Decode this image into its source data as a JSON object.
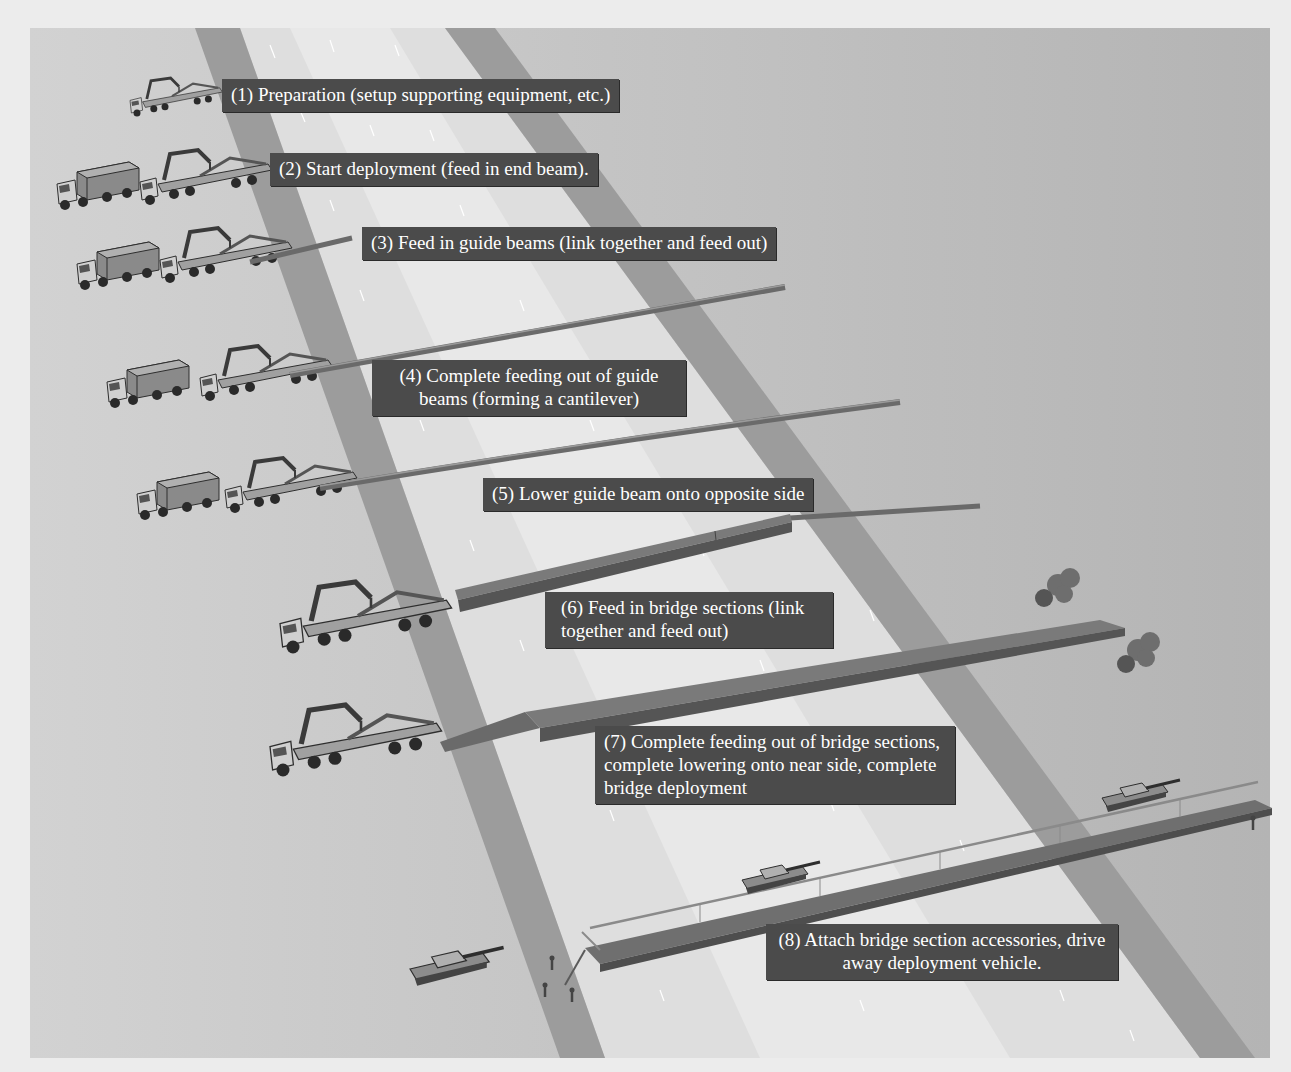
{
  "diagram": {
    "nodes": [
      {
        "text": [
          "(1) Preparation (setup supporting equipment, etc.)"
        ]
      },
      {
        "text": [
          "(2) Start deployment (feed in end beam)."
        ]
      },
      {
        "text": [
          "(3) Feed in guide beams (link together and feed out)"
        ]
      },
      {
        "text": [
          "(4) Complete feeding out of guide beams (forming a cantilever)"
        ]
      },
      {
        "text": [
          "(5) Lower guide beam onto opposite side"
        ]
      },
      {
        "text": [
          "(6) Feed in bridge sections (link together and feed out)"
        ]
      },
      {
        "text": [
          "(7) Complete feeding out of bridge sections, complete lowering onto near side, complete bridge deployment"
        ]
      },
      {
        "text": [
          "(8) Attach bridge section accessories, drive away deployment vehicle."
        ]
      }
    ],
    "edges": []
  }
}
